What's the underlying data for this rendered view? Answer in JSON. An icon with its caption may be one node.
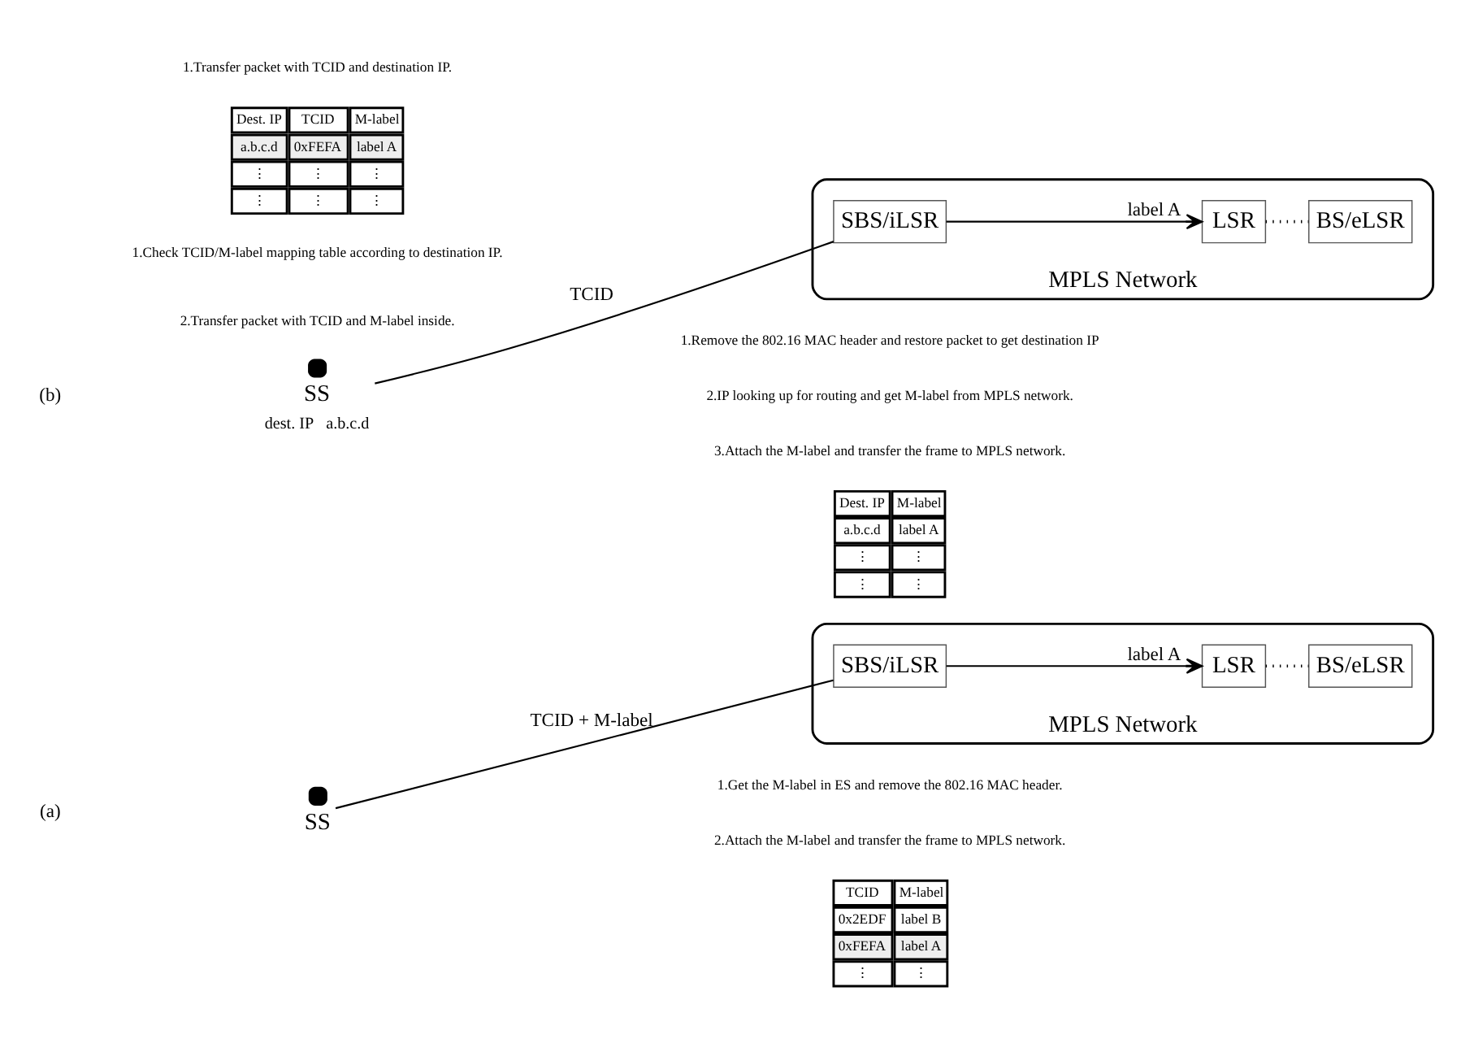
{
  "diagram": {
    "nodes": [
      {
        "text": [
          "MPLS Network"
        ]
      },
      {
        "text": [
          "SS"
        ]
      },
      {
        "text": [
          "SBS/iLSR"
        ],
        "in": 0
      },
      {
        "text": [
          "LSR"
        ],
        "in": 0
      },
      {
        "text": [
          "BS/eLSR"
        ],
        "in": 0
      },
      {
        "text": [
          "MPLS Network"
        ]
      },
      {
        "text": [
          "SS"
        ],
        "beside": [
          "dest. IP",
          "a.b.c.d"
        ]
      },
      {
        "text": [
          "SBS/iLSR"
        ],
        "in": 5
      },
      {
        "text": [
          "LSR"
        ],
        "in": 5
      },
      {
        "text": [
          "BS/eLSR"
        ],
        "in": 5
      }
    ],
    "edges": [
      {
        "from": 1,
        "to": 2,
        "arrow": "none",
        "label": "TCID + M-label"
      },
      {
        "from": 2,
        "to": 3,
        "arrow": "to",
        "label": "label A"
      },
      {
        "from": 3,
        "to": 4,
        "arrow": "none",
        "style": "dashed"
      },
      {
        "from": 6,
        "to": 7,
        "arrow": "none",
        "label": "TCID"
      },
      {
        "from": 7,
        "to": 8,
        "arrow": "to",
        "label": "label A"
      },
      {
        "from": 8,
        "to": 9,
        "arrow": "none",
        "style": "dashed"
      }
    ],
    "labels": [
      "(a)",
      "1.Check TCID/M-label mapping table according to destination IP.",
      "2.Transfer packet with TCID and M-label inside.",
      "1.Get the M-label in ES and remove the 802.16 MAC header.",
      "2.Attach the M-label and transfer the frame to MPLS network.",
      "Dest. IP",
      "TCID",
      "M-label",
      "a.b.c.d",
      "0xFEFA",
      "label A",
      "⋮",
      "⋮",
      "⋮",
      "⋮",
      "⋮",
      "⋮",
      "TCID",
      "M-label",
      "0x2EDF",
      "label B",
      "0xFEFA",
      "label A",
      "⋮",
      "⋮",
      "(b)",
      "1.Remove the 802.16 MAC header and restore packet to get destination IP",
      "2.IP looking up for routing and get M-label from MPLS network.",
      "3.Attach the M-label and transfer the frame to MPLS network.",
      "1.Transfer packet with TCID and destination IP.",
      "Dest. IP",
      "M-label",
      "a.b.c.d",
      "label A",
      "⋮",
      "⋮",
      "⋮",
      "⋮"
    ]
  }
}
